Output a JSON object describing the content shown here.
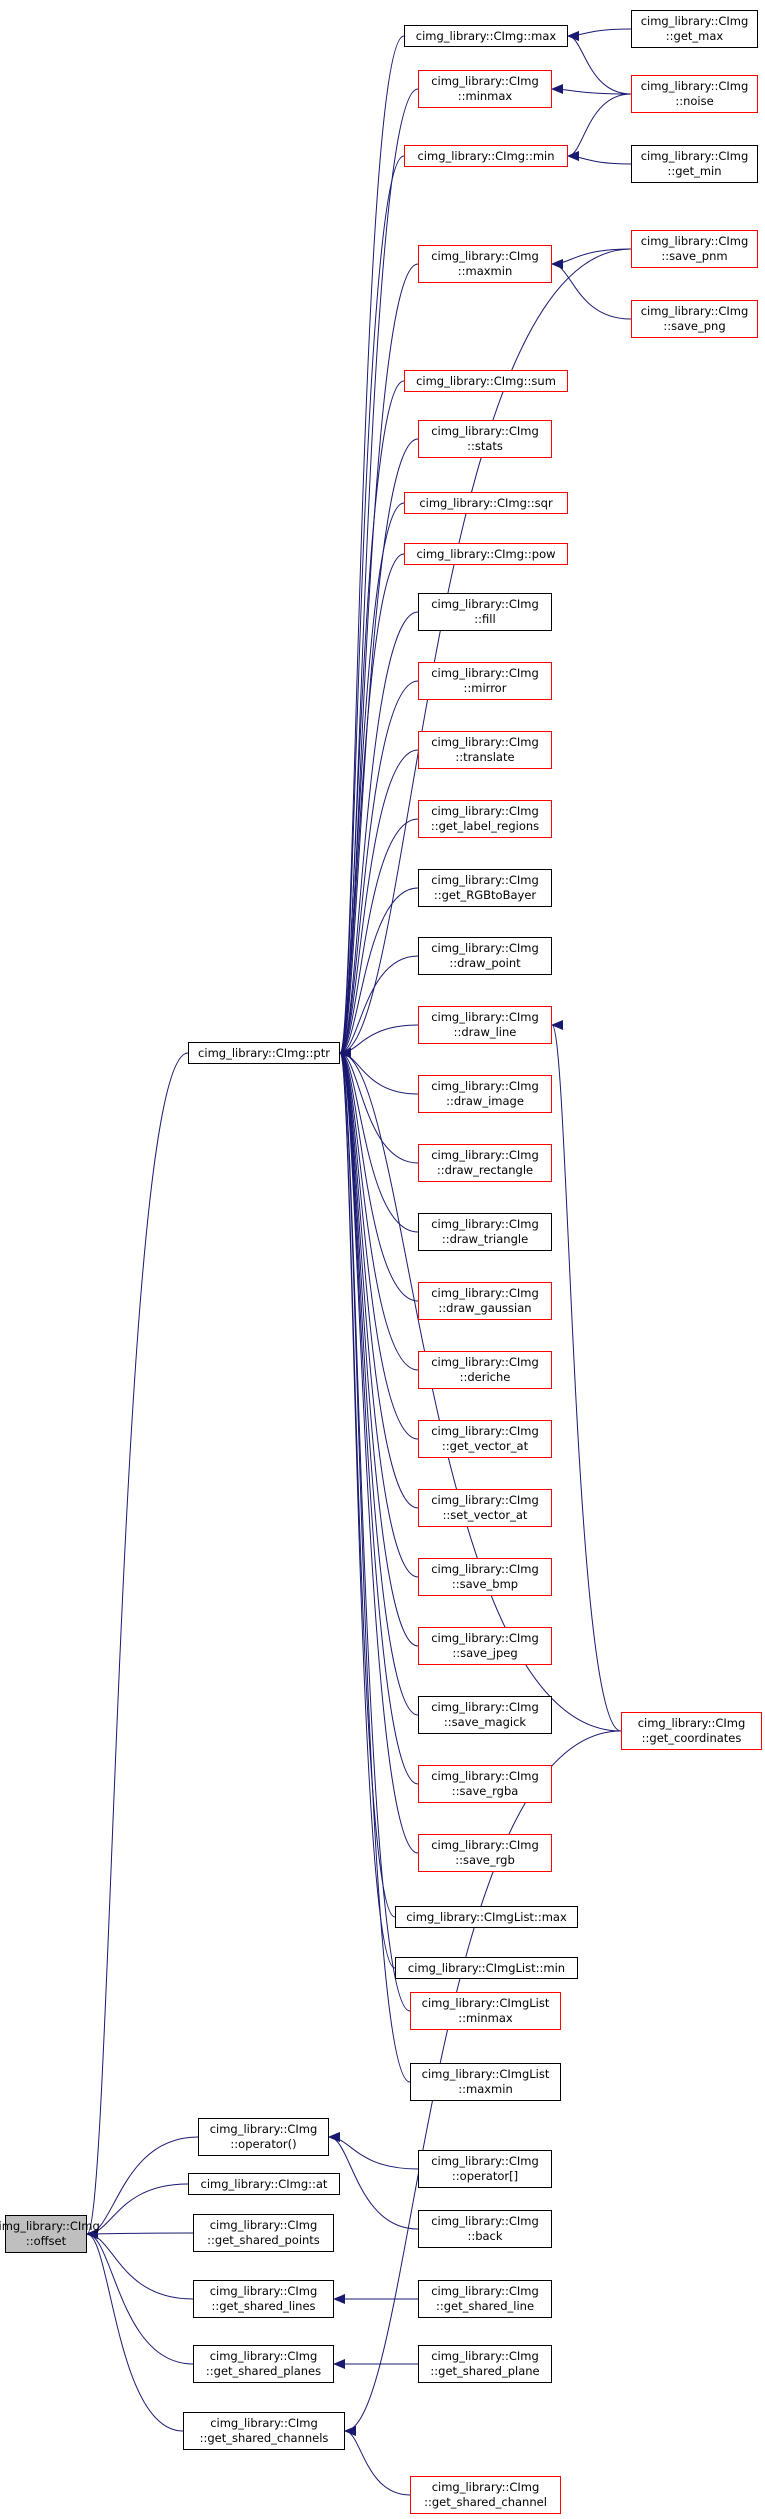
{
  "colors": {
    "edge": "#191970",
    "border_default": "#000000",
    "border_missing": "#ff0000",
    "root_fill": "#bfbfbf"
  },
  "nodes": {
    "offset": {
      "lines": [
        "cimg_library::CImg",
        "::offset"
      ],
      "style": "root"
    },
    "ptr": {
      "lines": [
        "cimg_library::CImg::ptr"
      ],
      "style": "black"
    },
    "max": {
      "lines": [
        "cimg_library::CImg::max"
      ],
      "style": "black"
    },
    "minmax": {
      "lines": [
        "cimg_library::CImg",
        "::minmax"
      ],
      "style": "red"
    },
    "min": {
      "lines": [
        "cimg_library::CImg::min"
      ],
      "style": "red"
    },
    "maxmin": {
      "lines": [
        "cimg_library::CImg",
        "::maxmin"
      ],
      "style": "red"
    },
    "sum": {
      "lines": [
        "cimg_library::CImg::sum"
      ],
      "style": "red"
    },
    "stats": {
      "lines": [
        "cimg_library::CImg",
        "::stats"
      ],
      "style": "red"
    },
    "sqr": {
      "lines": [
        "cimg_library::CImg::sqr"
      ],
      "style": "red"
    },
    "pow": {
      "lines": [
        "cimg_library::CImg::pow"
      ],
      "style": "red"
    },
    "fill": {
      "lines": [
        "cimg_library::CImg",
        "::fill"
      ],
      "style": "black"
    },
    "mirror": {
      "lines": [
        "cimg_library::CImg",
        "::mirror"
      ],
      "style": "red"
    },
    "translate": {
      "lines": [
        "cimg_library::CImg",
        "::translate"
      ],
      "style": "red"
    },
    "get_label_regions": {
      "lines": [
        "cimg_library::CImg",
        "::get_label_regions"
      ],
      "style": "red"
    },
    "get_RGBtoBayer": {
      "lines": [
        "cimg_library::CImg",
        "::get_RGBtoBayer"
      ],
      "style": "black"
    },
    "draw_point": {
      "lines": [
        "cimg_library::CImg",
        "::draw_point"
      ],
      "style": "black"
    },
    "draw_line": {
      "lines": [
        "cimg_library::CImg",
        "::draw_line"
      ],
      "style": "red"
    },
    "draw_image": {
      "lines": [
        "cimg_library::CImg",
        "::draw_image"
      ],
      "style": "red"
    },
    "draw_rectangle": {
      "lines": [
        "cimg_library::CImg",
        "::draw_rectangle"
      ],
      "style": "red"
    },
    "draw_triangle": {
      "lines": [
        "cimg_library::CImg",
        "::draw_triangle"
      ],
      "style": "black"
    },
    "draw_gaussian": {
      "lines": [
        "cimg_library::CImg",
        "::draw_gaussian"
      ],
      "style": "red"
    },
    "deriche": {
      "lines": [
        "cimg_library::CImg",
        "::deriche"
      ],
      "style": "red"
    },
    "get_vector_at": {
      "lines": [
        "cimg_library::CImg",
        "::get_vector_at"
      ],
      "style": "red"
    },
    "set_vector_at": {
      "lines": [
        "cimg_library::CImg",
        "::set_vector_at"
      ],
      "style": "red"
    },
    "save_bmp": {
      "lines": [
        "cimg_library::CImg",
        "::save_bmp"
      ],
      "style": "red"
    },
    "save_jpeg": {
      "lines": [
        "cimg_library::CImg",
        "::save_jpeg"
      ],
      "style": "red"
    },
    "save_magick": {
      "lines": [
        "cimg_library::CImg",
        "::save_magick"
      ],
      "style": "black"
    },
    "save_rgba": {
      "lines": [
        "cimg_library::CImg",
        "::save_rgba"
      ],
      "style": "red"
    },
    "save_rgb": {
      "lines": [
        "cimg_library::CImg",
        "::save_rgb"
      ],
      "style": "red"
    },
    "list_max": {
      "lines": [
        "cimg_library::CImgList::max"
      ],
      "style": "black"
    },
    "list_min": {
      "lines": [
        "cimg_library::CImgList::min"
      ],
      "style": "black"
    },
    "list_minmax": {
      "lines": [
        "cimg_library::CImgList",
        "::minmax"
      ],
      "style": "red"
    },
    "list_maxmin": {
      "lines": [
        "cimg_library::CImgList",
        "::maxmin"
      ],
      "style": "black"
    },
    "get_max": {
      "lines": [
        "cimg_library::CImg",
        "::get_max"
      ],
      "style": "black"
    },
    "noise": {
      "lines": [
        "cimg_library::CImg",
        "::noise"
      ],
      "style": "red"
    },
    "get_min": {
      "lines": [
        "cimg_library::CImg",
        "::get_min"
      ],
      "style": "black"
    },
    "save_pnm": {
      "lines": [
        "cimg_library::CImg",
        "::save_pnm"
      ],
      "style": "red"
    },
    "save_png": {
      "lines": [
        "cimg_library::CImg",
        "::save_png"
      ],
      "style": "red"
    },
    "get_coordinates": {
      "lines": [
        "cimg_library::CImg",
        "::get_coordinates"
      ],
      "style": "red"
    },
    "operator_call": {
      "lines": [
        "cimg_library::CImg",
        "::operator()"
      ],
      "style": "black"
    },
    "at": {
      "lines": [
        "cimg_library::CImg::at"
      ],
      "style": "black"
    },
    "get_shared_points": {
      "lines": [
        "cimg_library::CImg",
        "::get_shared_points"
      ],
      "style": "black"
    },
    "get_shared_lines": {
      "lines": [
        "cimg_library::CImg",
        "::get_shared_lines"
      ],
      "style": "black"
    },
    "get_shared_planes": {
      "lines": [
        "cimg_library::CImg",
        "::get_shared_planes"
      ],
      "style": "black"
    },
    "get_shared_channels": {
      "lines": [
        "cimg_library::CImg",
        "::get_shared_channels"
      ],
      "style": "black"
    },
    "operator_index": {
      "lines": [
        "cimg_library::CImg",
        "::operator[]"
      ],
      "style": "black"
    },
    "back": {
      "lines": [
        "cimg_library::CImg",
        "::back"
      ],
      "style": "black"
    },
    "get_shared_line": {
      "lines": [
        "cimg_library::CImg",
        "::get_shared_line"
      ],
      "style": "black"
    },
    "get_shared_plane": {
      "lines": [
        "cimg_library::CImg",
        "::get_shared_plane"
      ],
      "style": "black"
    },
    "get_shared_channel": {
      "lines": [
        "cimg_library::CImg",
        "::get_shared_channel"
      ],
      "style": "red"
    }
  },
  "edges": [
    [
      "ptr",
      "offset"
    ],
    [
      "operator_call",
      "offset"
    ],
    [
      "at",
      "offset"
    ],
    [
      "get_shared_points",
      "offset"
    ],
    [
      "get_shared_lines",
      "offset"
    ],
    [
      "get_shared_planes",
      "offset"
    ],
    [
      "get_shared_channels",
      "offset"
    ],
    [
      "max",
      "ptr"
    ],
    [
      "minmax",
      "ptr"
    ],
    [
      "min",
      "ptr"
    ],
    [
      "maxmin",
      "ptr"
    ],
    [
      "sum",
      "ptr"
    ],
    [
      "stats",
      "ptr"
    ],
    [
      "sqr",
      "ptr"
    ],
    [
      "pow",
      "ptr"
    ],
    [
      "fill",
      "ptr"
    ],
    [
      "mirror",
      "ptr"
    ],
    [
      "translate",
      "ptr"
    ],
    [
      "get_label_regions",
      "ptr"
    ],
    [
      "get_RGBtoBayer",
      "ptr"
    ],
    [
      "draw_point",
      "ptr"
    ],
    [
      "draw_line",
      "ptr"
    ],
    [
      "draw_image",
      "ptr"
    ],
    [
      "draw_rectangle",
      "ptr"
    ],
    [
      "draw_triangle",
      "ptr"
    ],
    [
      "draw_gaussian",
      "ptr"
    ],
    [
      "deriche",
      "ptr"
    ],
    [
      "get_vector_at",
      "ptr"
    ],
    [
      "set_vector_at",
      "ptr"
    ],
    [
      "save_bmp",
      "ptr"
    ],
    [
      "save_jpeg",
      "ptr"
    ],
    [
      "save_magick",
      "ptr"
    ],
    [
      "save_rgba",
      "ptr"
    ],
    [
      "save_rgb",
      "ptr"
    ],
    [
      "list_max",
      "ptr"
    ],
    [
      "list_min",
      "ptr"
    ],
    [
      "list_minmax",
      "ptr"
    ],
    [
      "list_maxmin",
      "ptr"
    ],
    [
      "save_pnm",
      "ptr"
    ],
    [
      "get_coordinates",
      "ptr"
    ],
    [
      "get_max",
      "max"
    ],
    [
      "noise",
      "max"
    ],
    [
      "noise",
      "minmax"
    ],
    [
      "noise",
      "min"
    ],
    [
      "get_min",
      "min"
    ],
    [
      "save_pnm",
      "maxmin"
    ],
    [
      "save_png",
      "maxmin"
    ],
    [
      "get_coordinates",
      "draw_line"
    ],
    [
      "get_coordinates",
      "get_shared_channels"
    ],
    [
      "operator_index",
      "operator_call"
    ],
    [
      "back",
      "operator_call"
    ],
    [
      "get_shared_line",
      "get_shared_lines"
    ],
    [
      "get_shared_plane",
      "get_shared_planes"
    ],
    [
      "get_shared_channel",
      "get_shared_channels"
    ]
  ]
}
